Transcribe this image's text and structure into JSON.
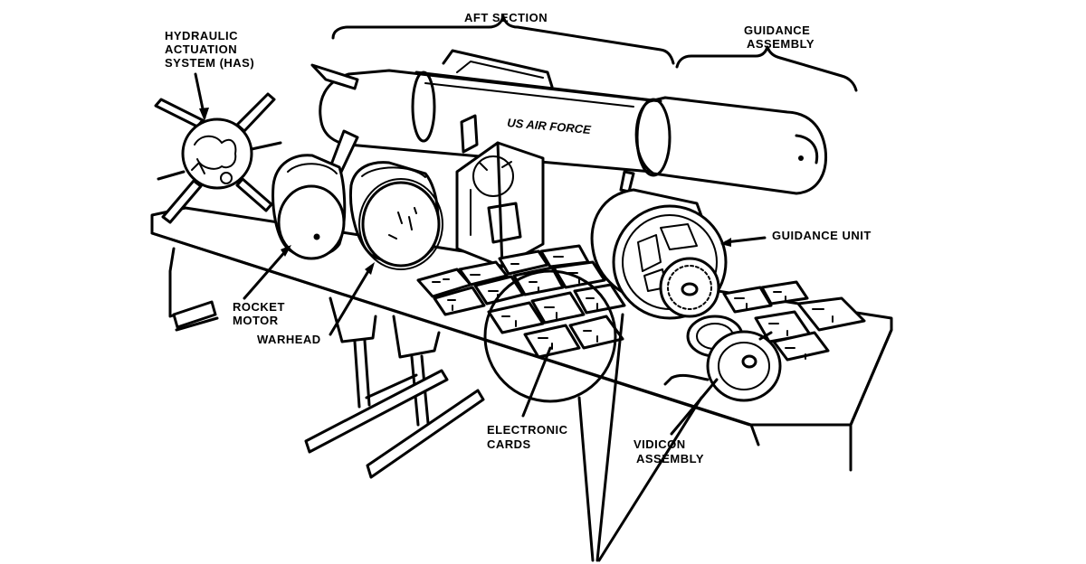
{
  "figure": {
    "subject": "Exploded view of missile components on a workbench",
    "body_marking": "US AIR FORCE",
    "labels": {
      "has": [
        "HYDRAULIC",
        "ACTUATION",
        "SYSTEM (HAS)"
      ],
      "aft_section": "AFT SECTION",
      "guidance_assembly": [
        "GUIDANCE",
        "ASSEMBLY"
      ],
      "guidance_unit": "GUIDANCE UNIT",
      "rocket_motor": [
        "ROCKET",
        "MOTOR"
      ],
      "warhead": "WARHEAD",
      "electronic_cards": [
        "ELECTRONIC",
        "CARDS"
      ],
      "vidicon_assembly": [
        "VIDICON",
        "ASSEMBLY"
      ]
    },
    "colors": {
      "ink": "#000000",
      "paper": "#ffffff"
    }
  }
}
